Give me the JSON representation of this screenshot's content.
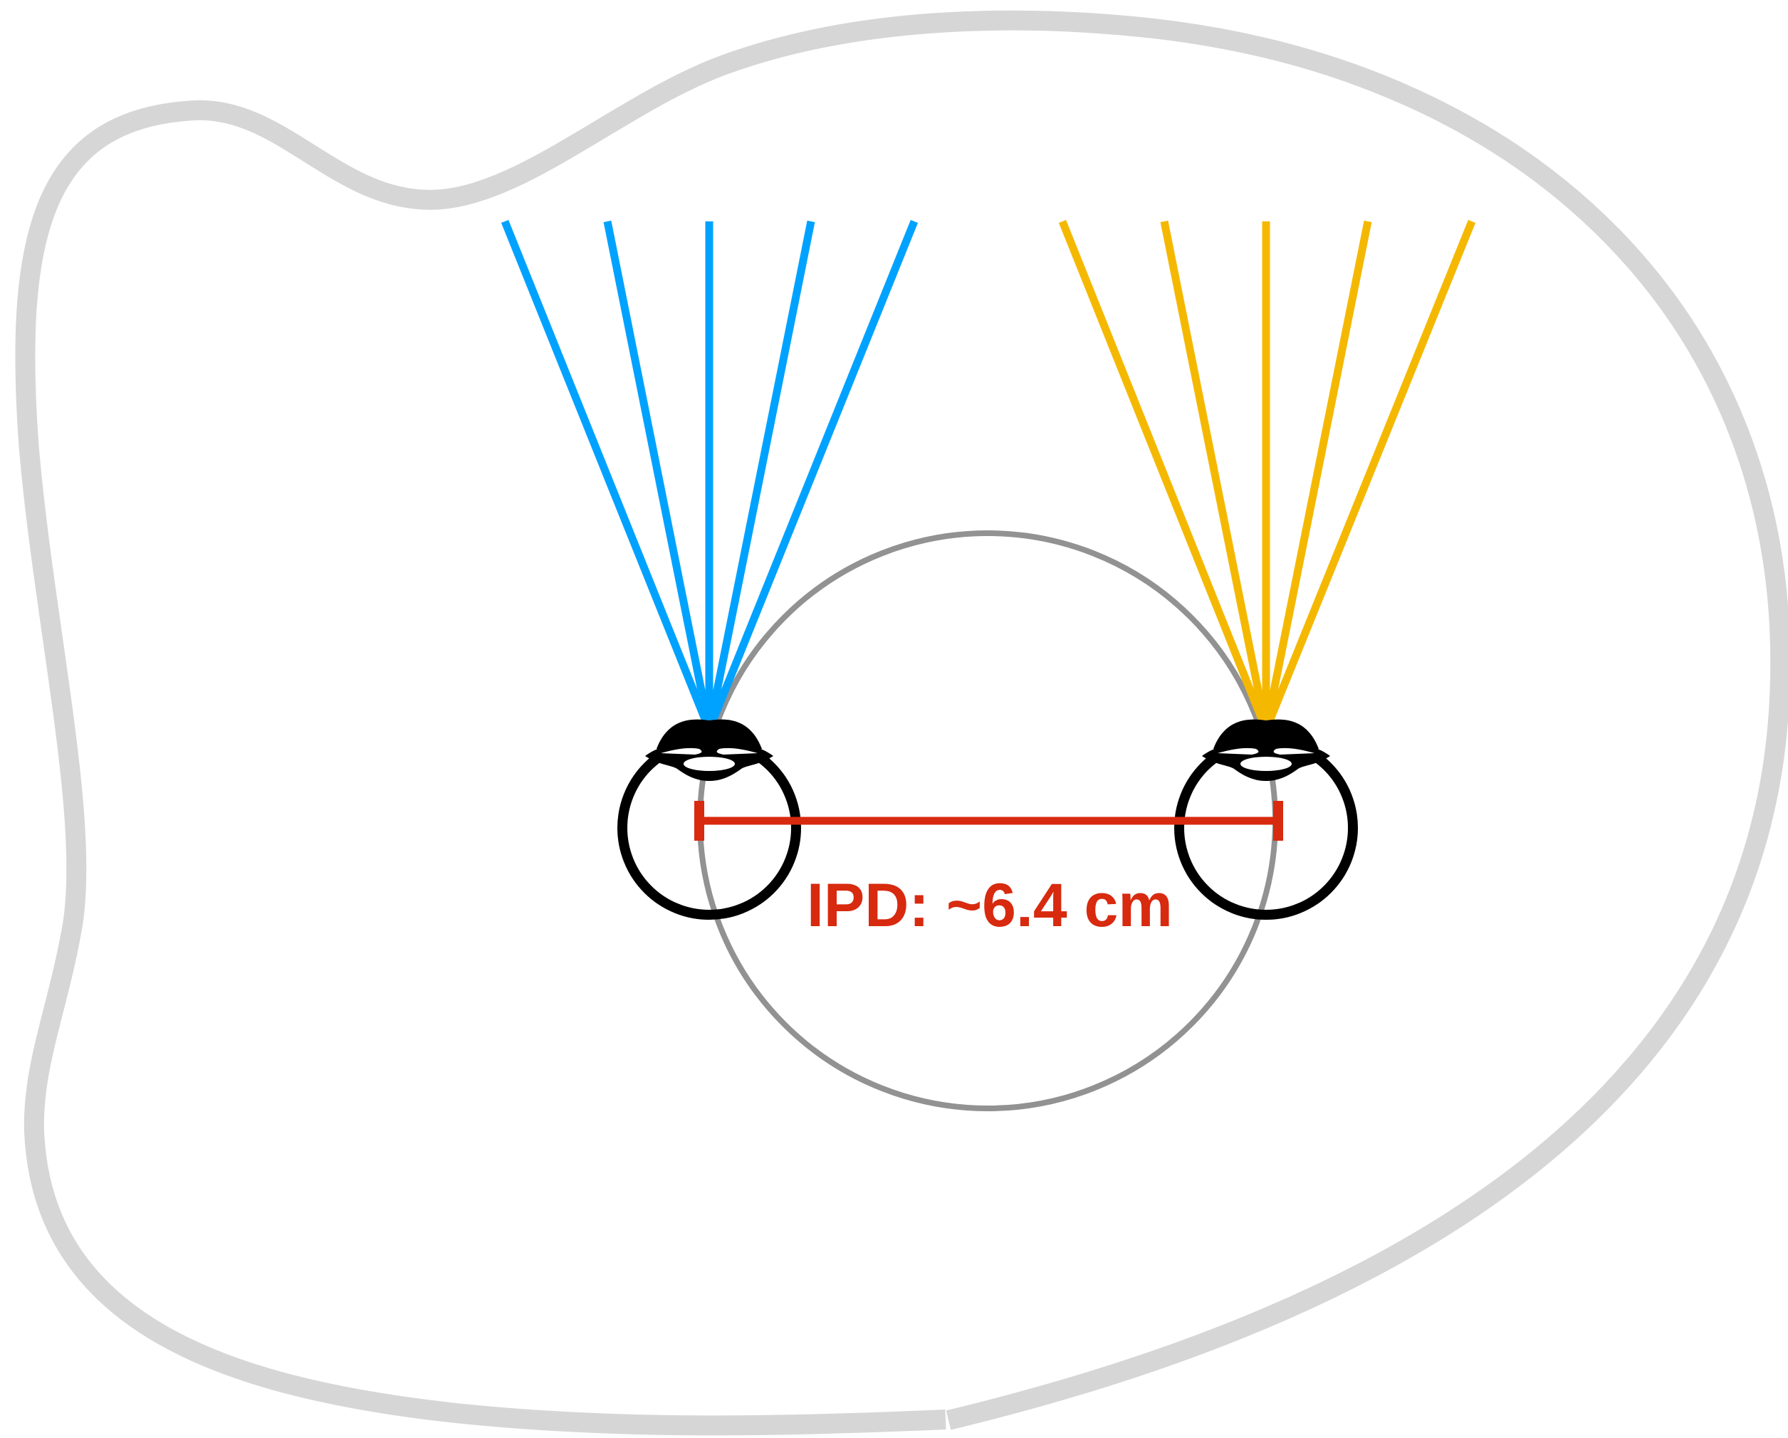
{
  "diagram": {
    "ipd_label": "IPD: ~6.4 cm",
    "colors": {
      "boundary": "#d6d6d6",
      "head_outline": "#929292",
      "left_eye_rays": "#00a2ff",
      "right_eye_rays": "#f5b800",
      "eye_outline": "#000000",
      "ipd_marker": "#d72a0f"
    },
    "left_eye": {
      "ray_color_name": "blue",
      "icon": "eye-icon"
    },
    "right_eye": {
      "ray_color_name": "yellow",
      "icon": "eye-icon"
    }
  }
}
